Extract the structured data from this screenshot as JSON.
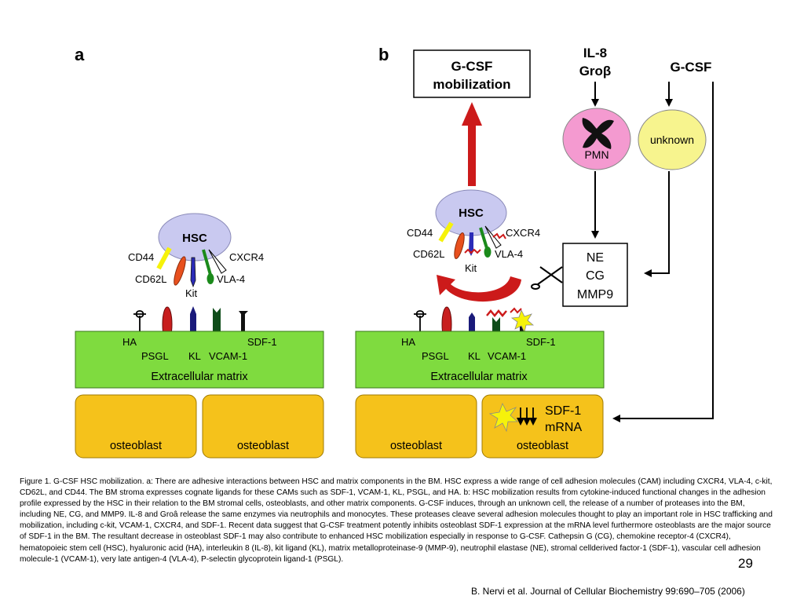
{
  "panel_a": {
    "label": "a",
    "hsc": "HSC",
    "receptors": {
      "cd44": "CD44",
      "cxcr4": "CXCR4",
      "cd62l": "CD62L",
      "vla4": "VLA-4",
      "kit": "Kit"
    },
    "ligands": {
      "ha": "HA",
      "psgl": "PSGL",
      "kl": "KL",
      "vcam1": "VCAM-1",
      "sdf1": "SDF-1"
    },
    "matrix": "Extracellular matrix",
    "osteoblasts": [
      "osteoblast",
      "osteoblast"
    ]
  },
  "panel_b": {
    "label": "b",
    "mobilization": [
      "G-CSF",
      "mobilization"
    ],
    "il8": "IL-8",
    "gro": "Groβ",
    "gcsf": "G-CSF",
    "pmn": "PMN",
    "unknown": "unknown",
    "proteases": [
      "NE",
      "CG",
      "MMP9"
    ],
    "hsc": "HSC",
    "receptors": {
      "cd44": "CD44",
      "cxcr4": "CXCR4",
      "cd62l": "CD62L",
      "vla4": "VLA-4",
      "kit": "Kit"
    },
    "ligands": {
      "ha": "HA",
      "psgl": "PSGL",
      "kl": "KL",
      "vcam1": "VCAM-1",
      "sdf1": "SDF-1"
    },
    "matrix": "Extracellular matrix",
    "osteoblasts": [
      "osteoblast",
      "osteoblast"
    ],
    "sdf1_mrna": [
      "SDF-1",
      "mRNA"
    ]
  },
  "colors": {
    "hsc": "#c9c9f0",
    "matrix": "#7fdb3f",
    "osteoblast": "#f5c21b",
    "pmn": "#f49ad0",
    "unknown": "#f7f48e",
    "arrow_red": "#cc1a1a",
    "cd44": "#f6f20a",
    "cd62l": "#e8501e",
    "kit": "#2b2bb8",
    "vla4": "#1b8a1b",
    "psgl": "#c81e1e",
    "vcam": "#0f4d1a"
  },
  "caption": "Figure 1. G-CSF HSC mobilization. a: There are adhesive interactions between HSC and matrix components in the BM. HSC express a wide range of cell adhesion molecules (CAM) including CXCR4, VLA-4, c-kit, CD62L, and CD44. The BM stroma expresses cognate ligands for these CAMs such as SDF-1, VCAM-1, KL, PSGL, and HA. b: HSC mobilization results from cytokine-induced functional changes in the adhesion profile expressed by the HSC in their relation to the BM stromal cells, osteoblasts, and other matrix components. G-CSF induces, through an unknown cell, the release of a number of proteases into the BM, including NE, CG, and MMP9. IL-8 and Groâ release the same enzymes via neutrophils and monocytes. These proteases cleave several adhesion molecules thought to play an important role in HSC trafficking and mobilization, including c-kit, VCAM-1, CXCR4, and SDF-1. Recent data suggest that G-CSF treatment potently inhibits osteoblast SDF-1 expression at the mRNA level furthermore osteoblasts are the major source of SDF-1 in the BM. The resultant decrease in osteoblast SDF-1 may also contribute to enhanced HSC mobilization especially in response to G-CSF. Cathepsin G (CG), chemokine receptor-4 (CXCR4), hematopoieic stem cell (HSC), hyaluronic acid (HA), interleukin 8 (IL-8), kit ligand (KL), matrix metalloproteinase-9 (MMP-9), neutrophil elastase (NE), stromal cellderived factor-1 (SDF-1), vascular cell adhesion molecule-1 (VCAM-1), very late antigen-4 (VLA-4), P-selectin glycoprotein ligand-1 (PSGL).",
  "slide_number": "29",
  "citation": "B. Nervi et al. Journal of Cellular Biochemistry 99:690–705 (2006)"
}
